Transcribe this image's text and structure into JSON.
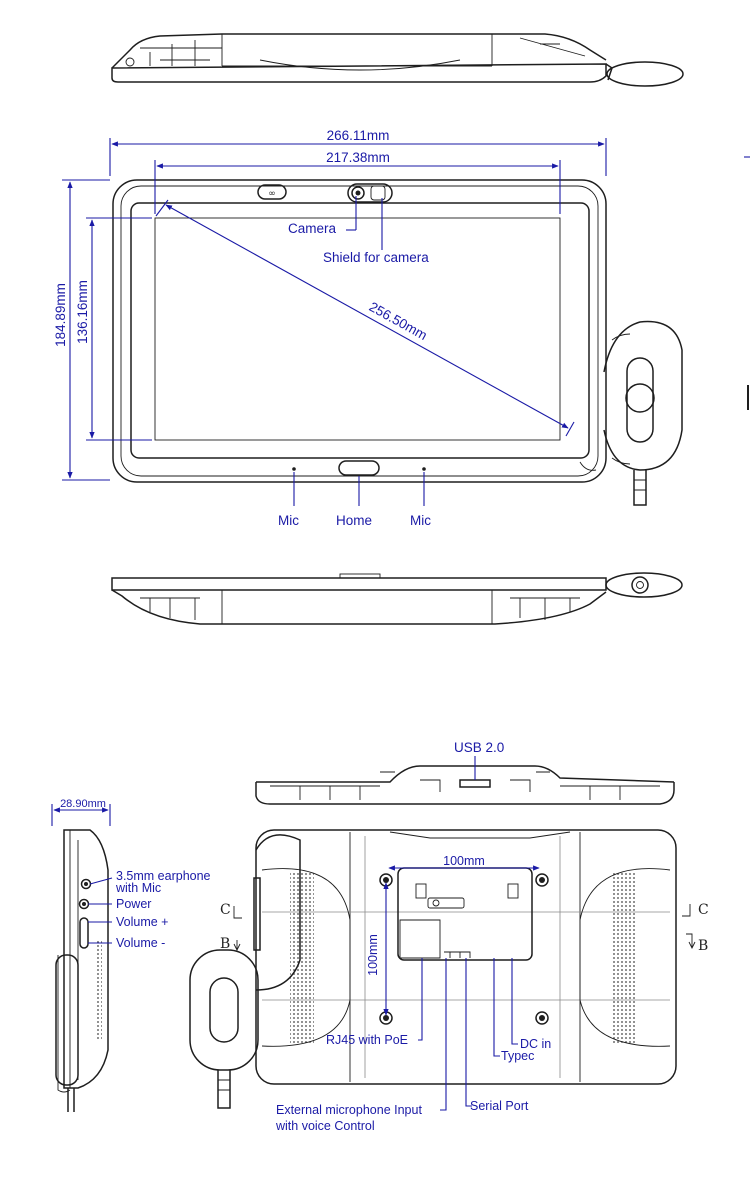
{
  "dimensions": {
    "overall_width": "266.11mm",
    "screen_width": "217.38mm",
    "diagonal": "256.50mm",
    "overall_height": "184.89mm",
    "screen_height": "136.16mm",
    "side_thickness": "28.90mm",
    "vesa_width": "100mm",
    "vesa_height": "100mm"
  },
  "front_labels": {
    "camera": "Camera",
    "shield": "Shield for camera",
    "mic_left": "Mic",
    "home": "Home",
    "mic_right": "Mic"
  },
  "side_labels": {
    "earphone_line1": "3.5mm earphone",
    "earphone_line2": "with Mic",
    "power": "Power",
    "volume_up": "Volume +",
    "volume_down": "Volume -"
  },
  "rear_labels": {
    "usb": "USB 2.0",
    "rj45": "RJ45 with PoE",
    "dc_in": "DC in",
    "typec": "Typec",
    "serial": "Serial Port",
    "ext_mic_line1": "External microphone Input",
    "ext_mic_line2": "with voice Control"
  },
  "section_markers": {
    "c_left": "C",
    "b_left": "B",
    "c_right": "C",
    "b_right": "B"
  }
}
